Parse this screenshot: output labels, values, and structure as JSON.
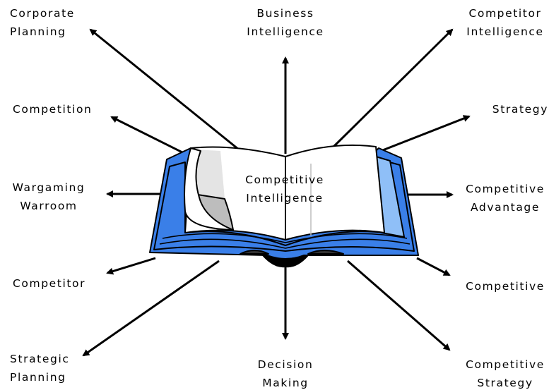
{
  "center": {
    "line1": "Competitive",
    "line2": "Intelligence"
  },
  "nodes": {
    "corporate_planning": {
      "line1": "Corporate",
      "line2": "Planning"
    },
    "business_intelligence": {
      "line1": "Business",
      "line2": "Intelligence"
    },
    "competitor_intelligence": {
      "line1": "Competitor",
      "line2": "Intelligence"
    },
    "competition": {
      "line1": "Competition"
    },
    "strategy": {
      "line1": "Strategy"
    },
    "wargaming_warroom": {
      "line1": "Wargaming",
      "line2": "Warroom"
    },
    "competitive_advantage": {
      "line1": "Competitive",
      "line2": "Advantage"
    },
    "competitor": {
      "line1": "Competitor"
    },
    "competitive": {
      "line1": "Competitive"
    },
    "strategic_planning": {
      "line1": "Strategic",
      "line2": "Planning"
    },
    "decision_making": {
      "line1": "Decision",
      "line2": "Making"
    },
    "competitive_strategy": {
      "line1": "Competitive",
      "line2": "Strategy"
    }
  },
  "colors": {
    "book_blue": "#3a7fe8",
    "book_light_blue": "#8fbff7",
    "outline": "#000000",
    "page": "#ffffff",
    "page_gray": "#bdbdbd"
  }
}
